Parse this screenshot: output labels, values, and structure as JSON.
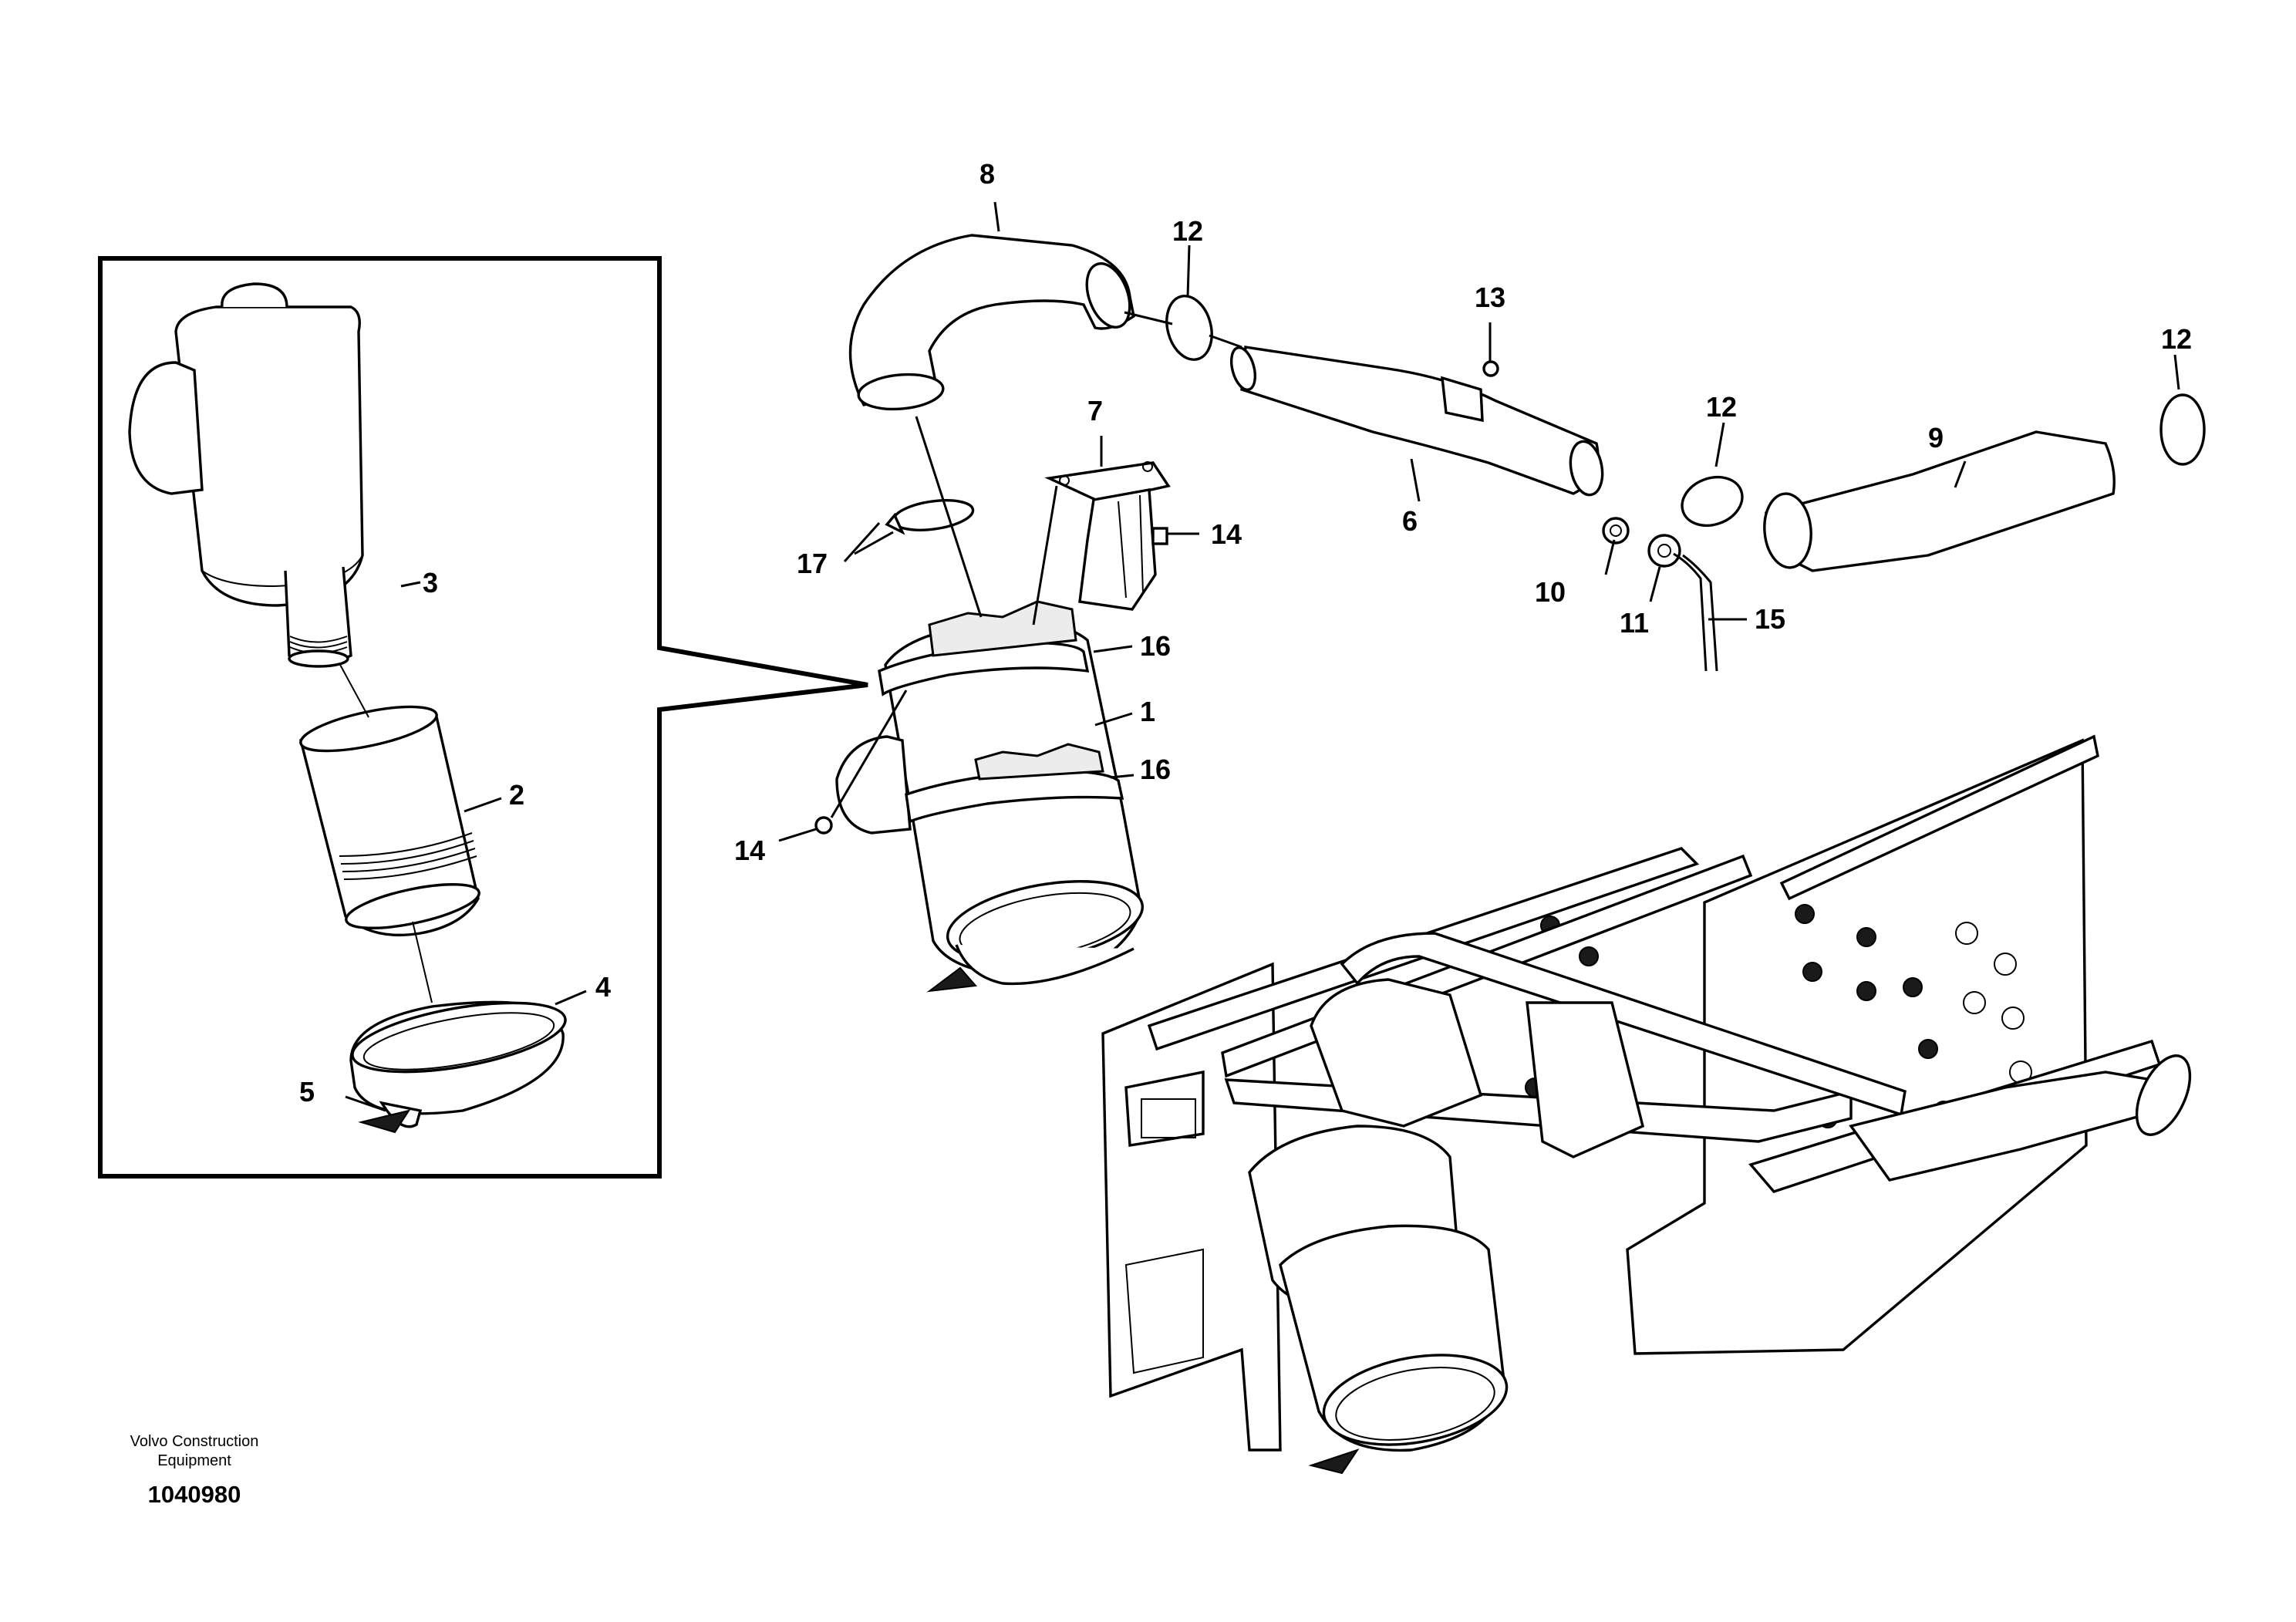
{
  "diagram": {
    "callouts": {
      "c1": "1",
      "c2": "2",
      "c3": "3",
      "c4": "4",
      "c5": "5",
      "c6": "6",
      "c7": "7",
      "c8": "8",
      "c9": "9",
      "c10": "10",
      "c11": "11",
      "c12a": "12",
      "c12b": "12",
      "c12c": "12",
      "c13": "13",
      "c14a": "14",
      "c14b": "14",
      "c15": "15",
      "c16a": "16",
      "c16b": "16",
      "c17": "17"
    },
    "footer": {
      "company_line1": "Volvo Construction",
      "company_line2": "Equipment",
      "drawing_number": "1040980"
    }
  }
}
